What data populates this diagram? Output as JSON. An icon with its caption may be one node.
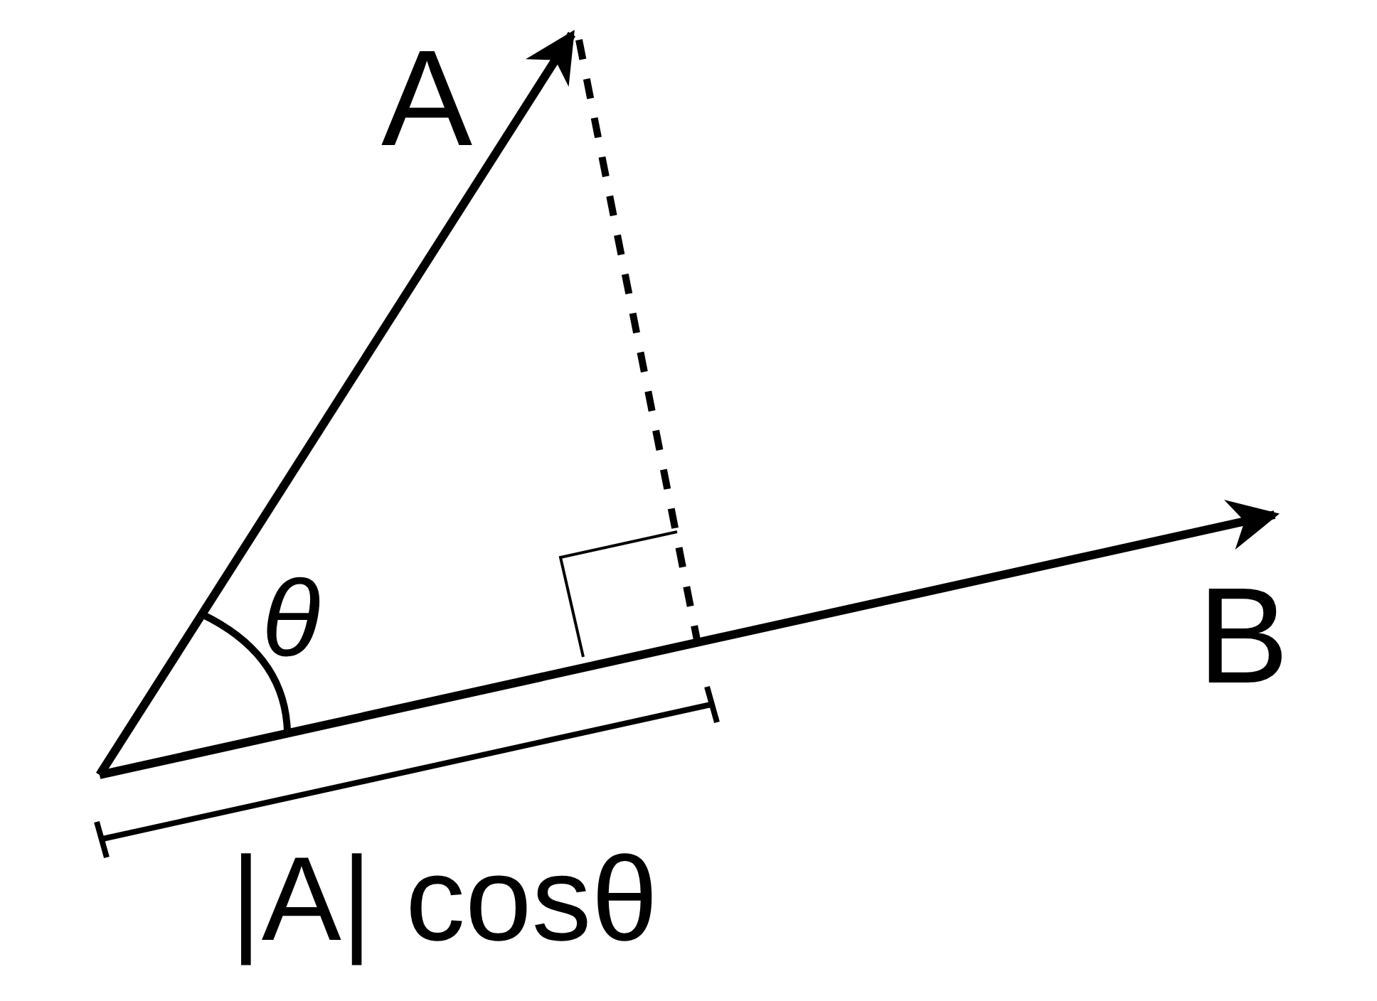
{
  "diagram": {
    "labels": [
      "A",
      "θ",
      "B",
      "|A| cosθ"
    ]
  }
}
